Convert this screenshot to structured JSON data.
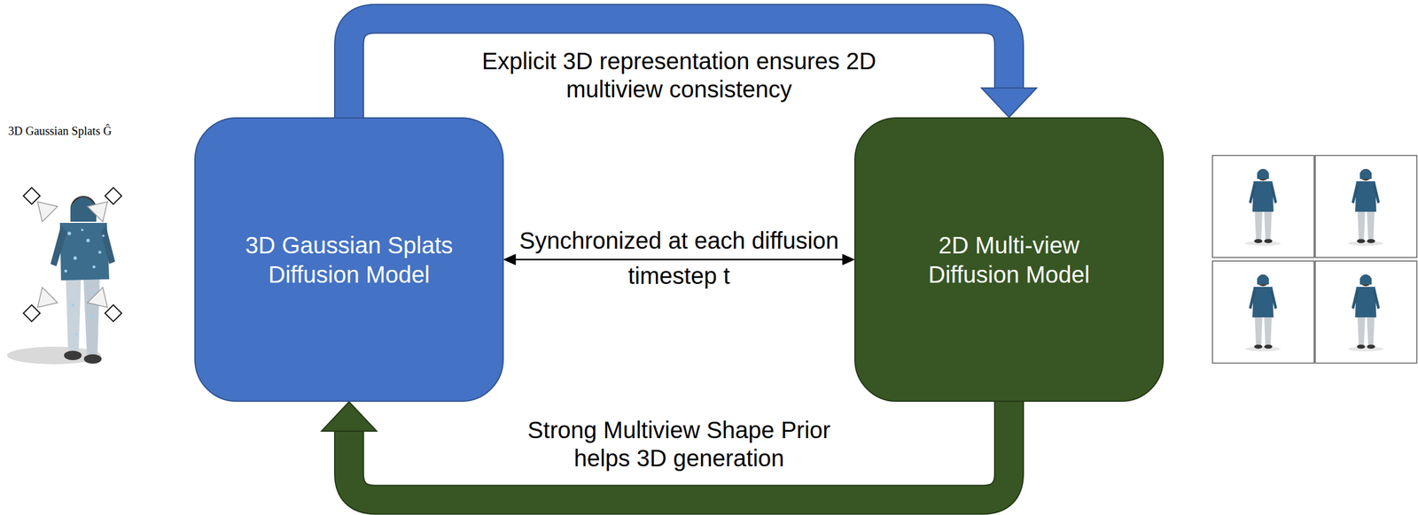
{
  "diagram": {
    "nodes": [
      {
        "text": [
          "3D Gaussian Splats Diffusion Model"
        ]
      },
      {
        "text": [
          "2D Multi-view Diffusion Model"
        ]
      }
    ],
    "edges": [
      {
        "from": 0,
        "to": 1,
        "arrow": "to",
        "label": "Explicit 3D representation ensures 2D multiview consistency"
      },
      {
        "from": 0,
        "to": 1,
        "arrow": "both",
        "label": "Synchronized at each diffusion timestep t"
      },
      {
        "from": 1,
        "to": 0,
        "arrow": "to",
        "label": "Strong Multiview Shape Prior helps 3D generation"
      }
    ],
    "labels": [
      "3D Gaussian Splats Ĝ"
    ]
  }
}
